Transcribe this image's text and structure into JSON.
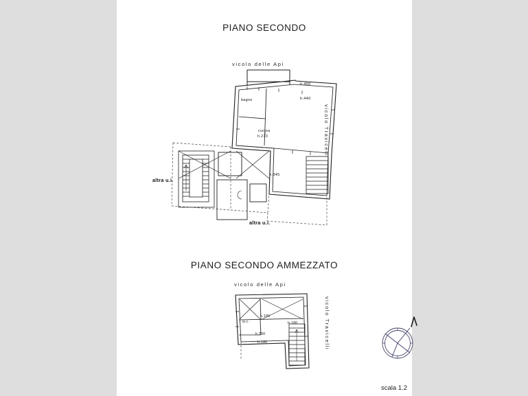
{
  "document": {
    "type": "architectural-floor-plan",
    "background_color": "#dedede",
    "page_color": "#ffffff",
    "ink_color": "#1c1c1c"
  },
  "plans": [
    {
      "id": "piano-secondo",
      "title": "PIANO SECONDO",
      "streets": [
        {
          "name": "vicolo delle Api",
          "orientation": "horizontal"
        },
        {
          "name": "vicolo Travicelli",
          "orientation": "vertical"
        }
      ],
      "rooms": [
        {
          "name": "bagno",
          "height_note": ""
        },
        {
          "name": "cucina",
          "height_note": "h.270"
        }
      ],
      "height_notes": [
        "h.450",
        "h.440",
        "h.345"
      ],
      "neighbour_labels": [
        "altra u.i.",
        "altra u.i."
      ]
    },
    {
      "id": "piano-secondo-ammezzato",
      "title": "PIANO SECONDO AMMEZZATO",
      "streets": [
        {
          "name": "vicolo delle Api",
          "orientation": "horizontal"
        },
        {
          "name": "vicolo Travicelli",
          "orientation": "vertical"
        }
      ],
      "rooms": [
        {
          "name": "w.c.",
          "height_note": ""
        }
      ],
      "height_notes": [
        "h.180",
        "h.180",
        "h.200",
        "h.180"
      ],
      "neighbour_labels": []
    }
  ],
  "compass": {
    "icon_name": "compass-rose",
    "north_marker": "N"
  },
  "scale": {
    "label": "scala 1.2"
  }
}
